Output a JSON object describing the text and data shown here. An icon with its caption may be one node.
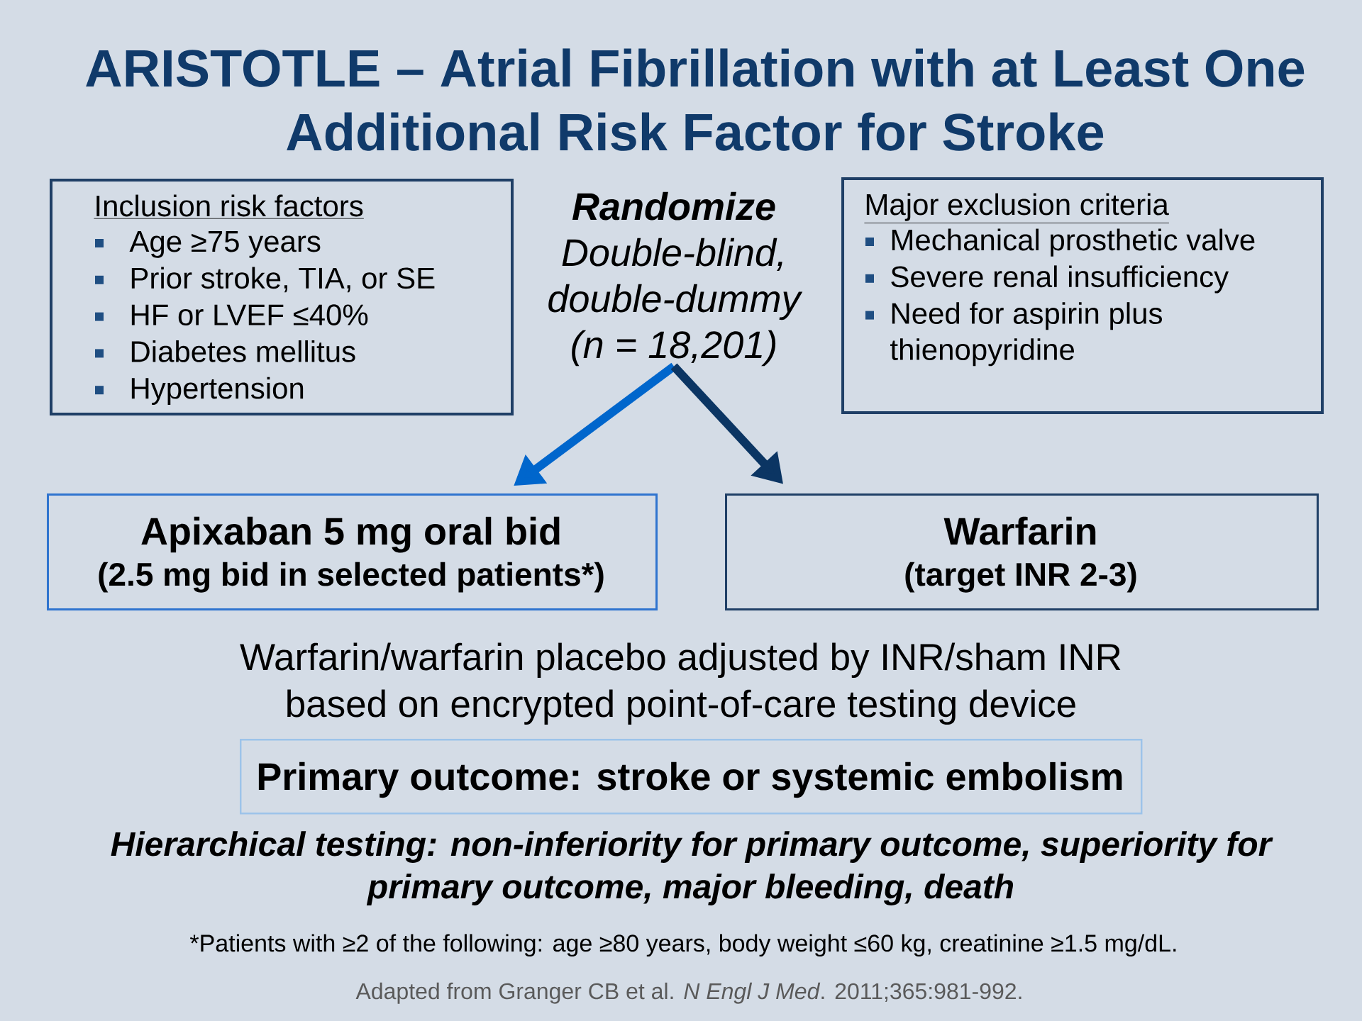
{
  "diagram": {
    "title": "ARISTOTLE – Atrial Fibrillation with at Least One Additional Risk Factor for Stroke",
    "nodes": [
      {
        "text": [
          "Inclusion risk factors",
          "Age ≥75 years",
          "Prior stroke, TIA, or SE",
          "HF or LVEF ≤40%",
          "Diabetes mellitus",
          "Hypertension"
        ]
      },
      {
        "text": [
          "Randomize",
          "Double-blind, double-dummy (n = 18,201)"
        ]
      },
      {
        "text": [
          "Major exclusion criteria",
          "Mechanical prosthetic valve",
          "Severe renal insufficiency",
          "Need for aspirin plus thienopyridine"
        ]
      },
      {
        "text": [
          "Apixaban 5 mg oral bid",
          "(2.5 mg bid in selected patients*)"
        ]
      },
      {
        "text": [
          "Warfarin",
          "(target INR 2-3)"
        ]
      },
      {
        "text": [
          "Primary outcome: stroke or systemic embolism"
        ]
      }
    ],
    "edges": [
      {
        "from": 1,
        "to": 3,
        "arrow": "to",
        "color": "#0066cc"
      },
      {
        "from": 1,
        "to": 4,
        "arrow": "to",
        "color": "#0b3563"
      }
    ],
    "labels": [
      "Warfarin/warfarin placebo adjusted by INR/sham INR based on encrypted point-of-care testing device",
      "Hierarchical testing: non-inferiority for primary outcome, superiority for primary outcome, major bleeding, death",
      "*Patients with ≥2 of the following: age ≥80 years, body weight ≤60 kg, creatinine ≥1.5 mg/dL.",
      "Adapted from Granger CB et al. *N Engl J Med*. 2011;365:981-992."
    ]
  }
}
